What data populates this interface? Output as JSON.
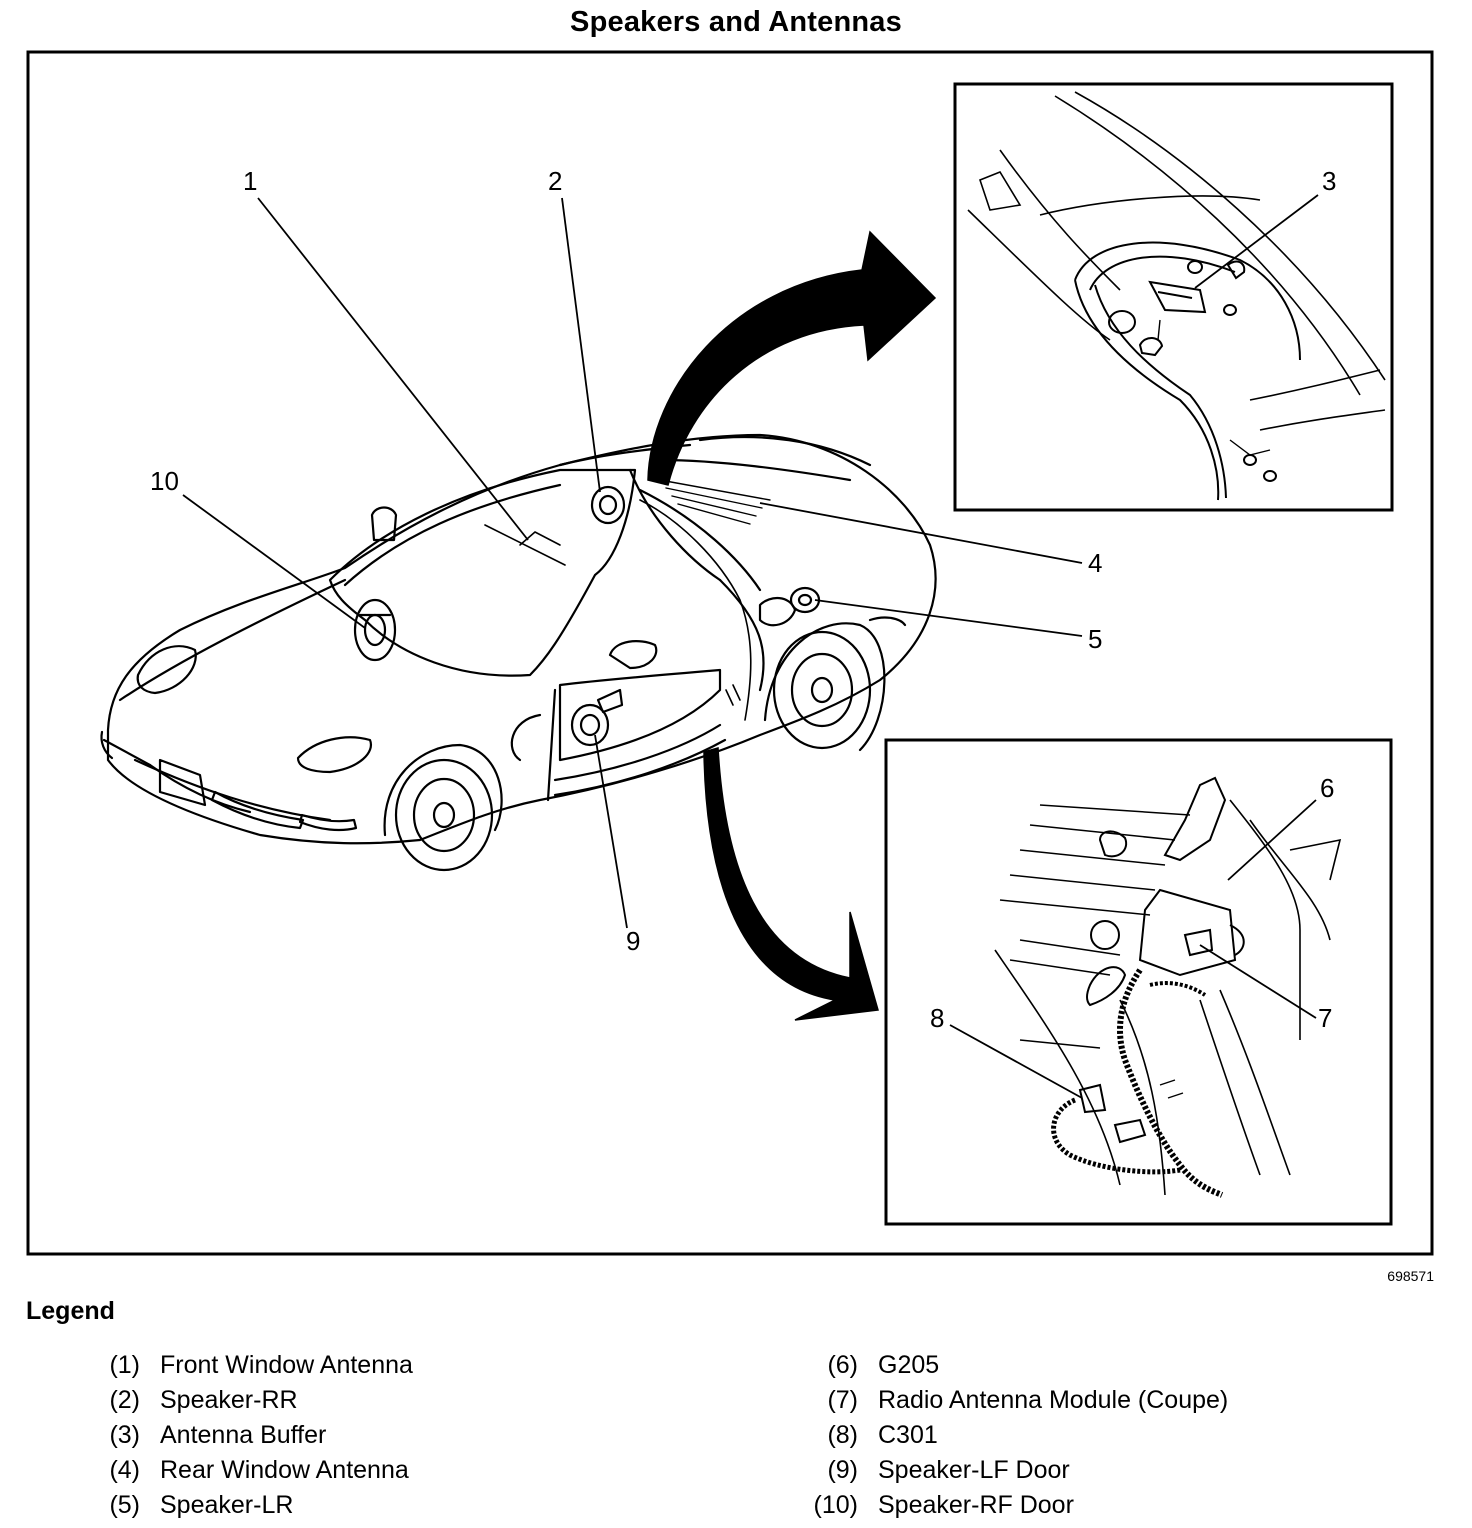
{
  "title": "Speakers and Antennas",
  "figure_id": "698571",
  "callouts": [
    "1",
    "2",
    "3",
    "4",
    "5",
    "6",
    "7",
    "8",
    "9",
    "10"
  ],
  "legend": {
    "heading": "Legend",
    "items": [
      {
        "num": "(1)",
        "label": "Front Window Antenna"
      },
      {
        "num": "(2)",
        "label": "Speaker-RR"
      },
      {
        "num": "(3)",
        "label": "Antenna Buffer"
      },
      {
        "num": "(4)",
        "label": "Rear Window Antenna"
      },
      {
        "num": "(5)",
        "label": "Speaker-LR"
      },
      {
        "num": "(6)",
        "label": "G205"
      },
      {
        "num": "(7)",
        "label": "Radio Antenna Module (Coupe)"
      },
      {
        "num": "(8)",
        "label": "C301"
      },
      {
        "num": "(9)",
        "label": "Speaker-LF Door"
      },
      {
        "num": "(10)",
        "label": "Speaker-RF Door"
      }
    ]
  }
}
